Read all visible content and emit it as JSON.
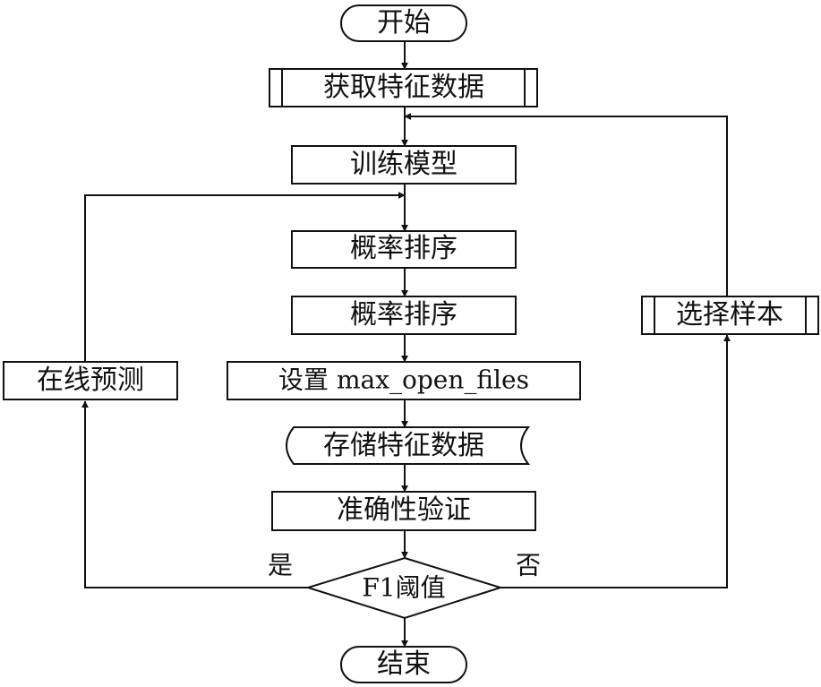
{
  "flowchart": {
    "start": "开始",
    "get_features": "获取特征数据",
    "train_model": "训练模型",
    "prob_sort_1": "概率排序",
    "prob_sort_2": "概率排序",
    "set_param": "设置 max_open_files",
    "store_features": "存储特征数据",
    "accuracy_check": "准确性验证",
    "decision": "F1阈值",
    "yes_label": "是",
    "no_label": "否",
    "end": "结束",
    "online_predict": "在线预测",
    "select_samples": "选择样本"
  }
}
